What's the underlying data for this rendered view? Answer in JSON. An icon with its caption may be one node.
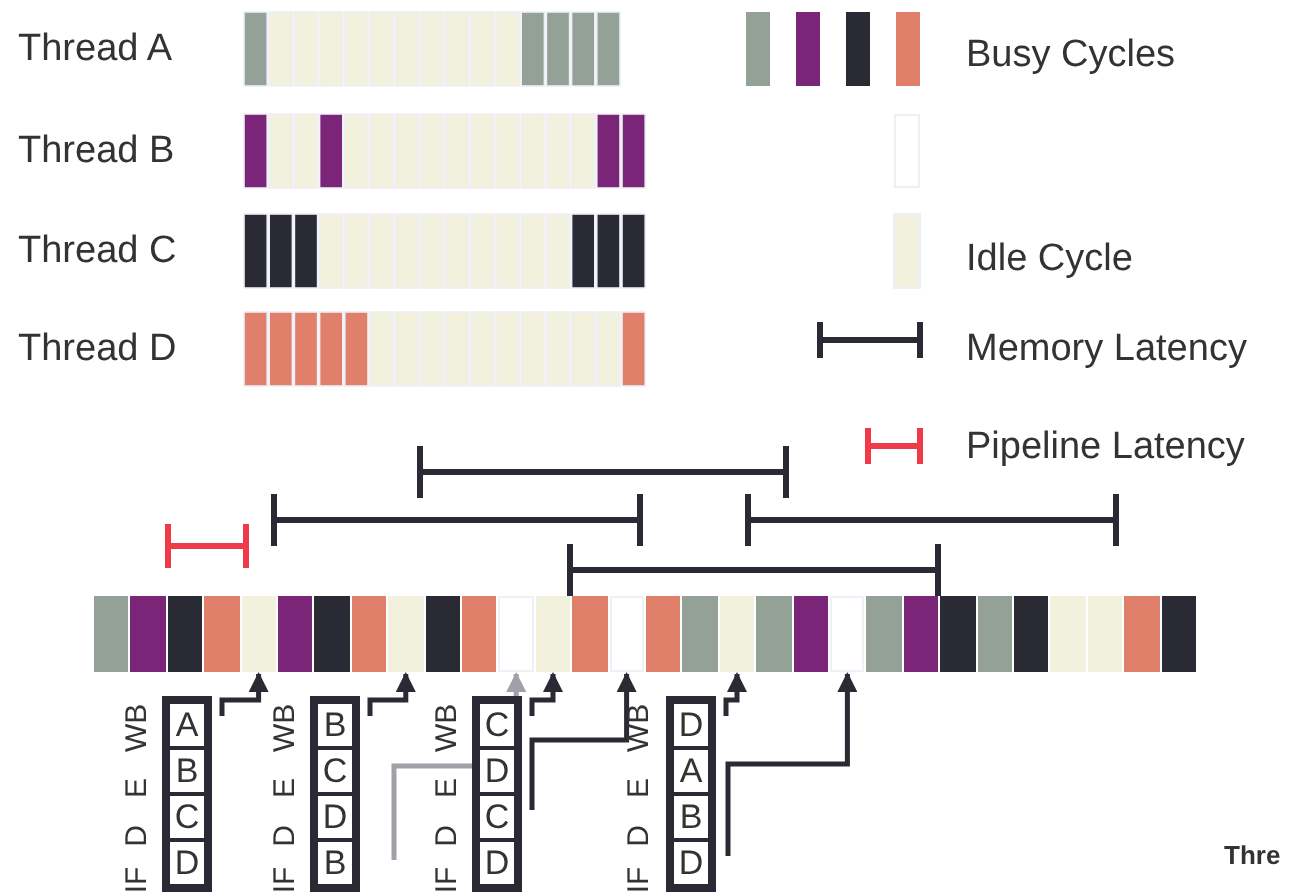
{
  "diagram": {
    "nodes": [
      {
        "text": [],
        "shape": "box"
      },
      {
        "text": [],
        "shape": "box"
      },
      {
        "text": [],
        "shape": "box"
      },
      {
        "text": [],
        "shape": "box"
      },
      {
        "text": [],
        "shape": "box"
      },
      {
        "text": [],
        "shape": "box"
      },
      {
        "text": [],
        "shape": "box"
      },
      {
        "text": [],
        "shape": "box"
      },
      {
        "text": [],
        "shape": "box"
      },
      {
        "text": [],
        "shape": "box"
      },
      {
        "text": [],
        "shape": "box"
      },
      {
        "text": [],
        "shape": "box"
      },
      {
        "text": [],
        "shape": "box"
      },
      {
        "text": [],
        "shape": "box"
      },
      {
        "text": [],
        "shape": "box"
      },
      {
        "text": [],
        "shape": "box"
      },
      {
        "text": [],
        "shape": "box"
      },
      {
        "text": [],
        "shape": "box"
      },
      {
        "text": [],
        "shape": "box"
      },
      {
        "text": [],
        "shape": "box"
      },
      {
        "text": [],
        "shape": "box"
      },
      {
        "text": [],
        "shape": "box"
      },
      {
        "text": [],
        "shape": "box"
      },
      {
        "text": [],
        "shape": "box"
      },
      {
        "text": [],
        "shape": "box"
      },
      {
        "text": [],
        "shape": "box"
      },
      {
        "text": [],
        "shape": "box"
      },
      {
        "text": [],
        "shape": "box"
      },
      {
        "text": [],
        "shape": "box"
      },
      {
        "text": [],
        "shape": "box"
      },
      {
        "text": [],
        "shape": "box"
      },
      {
        "text": [
          "A"
        ],
        "in": 30
      },
      {
        "text": [
          "B"
        ],
        "in": 30
      },
      {
        "text": [
          "C"
        ],
        "in": 30
      },
      {
        "text": [
          "D"
        ],
        "in": 30
      },
      {
        "text": [],
        "shape": "box"
      },
      {
        "text": [
          "B"
        ],
        "in": 35
      },
      {
        "text": [
          "C"
        ],
        "in": 35
      },
      {
        "text": [
          "D"
        ],
        "in": 35
      },
      {
        "text": [
          "B"
        ],
        "in": 35
      },
      {
        "text": [],
        "shape": "box"
      },
      {
        "text": [
          "C"
        ],
        "in": 40
      },
      {
        "text": [
          "D"
        ],
        "in": 40
      },
      {
        "text": [
          "C"
        ],
        "in": 40
      },
      {
        "text": [
          "D"
        ],
        "in": 40
      },
      {
        "text": [],
        "shape": "box"
      },
      {
        "text": [
          "D"
        ],
        "in": 45
      },
      {
        "text": [
          "A"
        ],
        "in": 45
      },
      {
        "text": [
          "B"
        ],
        "in": 45
      },
      {
        "text": [
          "D"
        ],
        "in": 45
      }
    ],
    "edges": [
      {
        "from": 30,
        "to": 4,
        "arrow": "to"
      },
      {
        "from": 35,
        "to": 8,
        "arrow": "to"
      },
      {
        "from": null,
        "to": 11,
        "arrow": "to",
        "color": "#a0a0a8"
      },
      {
        "from": 40,
        "to": 12,
        "arrow": "to"
      },
      {
        "from": 40,
        "to": 14,
        "arrow": "to"
      },
      {
        "from": 45,
        "to": 17,
        "arrow": "to"
      },
      {
        "from": 49,
        "to": 20,
        "arrow": "to"
      }
    ],
    "labels": [
      "Thread A",
      "Thread B",
      "Thread C",
      "Thread D",
      "WB",
      "E",
      "D",
      "IF",
      "WB",
      "E",
      "D",
      "IF",
      "WB",
      "E",
      "D",
      "IF",
      "WB",
      "E",
      "D",
      "IF",
      "Thre"
    ],
    "legend": [
      {
        "text": "Busy Cycles"
      },
      {
        "text": "Idle Cycle",
        "color": "#f2f1de"
      },
      {
        "text": "Memory Latency"
      },
      {
        "text": "Pipeline Latency"
      }
    ]
  }
}
